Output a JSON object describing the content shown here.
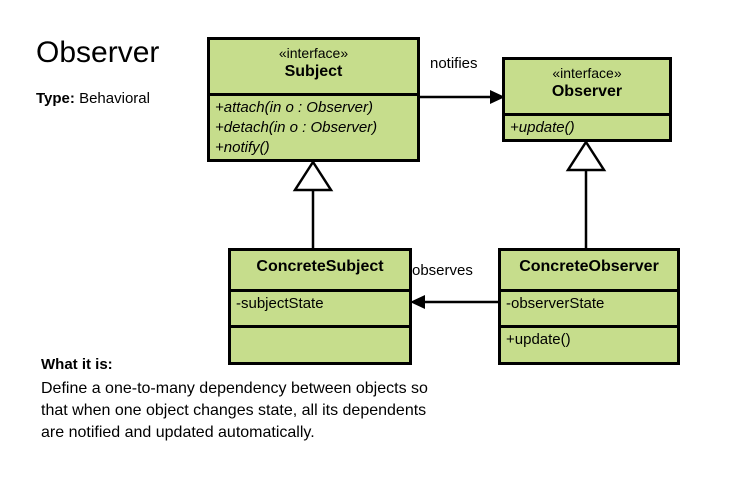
{
  "title": "Observer",
  "type_line": {
    "label": "Type:",
    "value": "Behavioral"
  },
  "colors": {
    "class_fill": "#c6dd8c",
    "border": "#000000",
    "background": "#ffffff",
    "text": "#000000"
  },
  "classes": {
    "subject": {
      "stereotype": "«interface»",
      "name": "Subject",
      "operations": [
        "+attach(in o : Observer)",
        "+detach(in o : Observer)",
        "+notify()"
      ]
    },
    "observer": {
      "stereotype": "«interface»",
      "name": "Observer",
      "operations": [
        "+update()"
      ]
    },
    "concrete_subject": {
      "name": "ConcreteSubject",
      "attributes": [
        "-subjectState"
      ],
      "operations": []
    },
    "concrete_observer": {
      "name": "ConcreteObserver",
      "attributes": [
        "-observerState"
      ],
      "operations": [
        "+update()"
      ]
    }
  },
  "relations": {
    "notifies": "notifies",
    "observes": "observes"
  },
  "description": {
    "heading": "What it is:",
    "text": "Define a one-to-many dependency between objects so that when one object changes state, all its dependents are notified and updated automatically."
  }
}
